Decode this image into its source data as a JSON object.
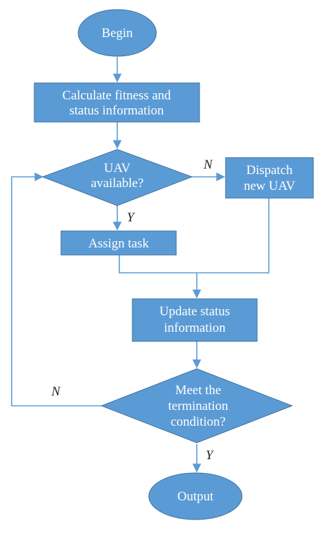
{
  "colors": {
    "node_fill": "#5b9bd5",
    "node_stroke": "#41719c",
    "connector": "#5b9bd5",
    "node_text": "#ffffff",
    "label_text": "#222222"
  },
  "nodes": {
    "begin": {
      "shape": "ellipse",
      "lines": [
        "Begin"
      ]
    },
    "calculate": {
      "shape": "rectangle",
      "lines": [
        "Calculate fitness and",
        "status information"
      ]
    },
    "uav_available": {
      "shape": "diamond",
      "lines": [
        "UAV",
        "available?"
      ]
    },
    "dispatch": {
      "shape": "rectangle",
      "lines": [
        "Dispatch",
        "new UAV"
      ]
    },
    "assign": {
      "shape": "rectangle",
      "lines": [
        "Assign task"
      ]
    },
    "update": {
      "shape": "rectangle",
      "lines": [
        "Update status",
        "information"
      ]
    },
    "termination": {
      "shape": "diamond",
      "lines": [
        "Meet the",
        "termination",
        "condition?"
      ]
    },
    "output": {
      "shape": "ellipse",
      "lines": [
        "Output"
      ]
    }
  },
  "edge_labels": {
    "uav_no": "N",
    "uav_yes": "Y",
    "term_no": "N",
    "term_yes": "Y"
  }
}
